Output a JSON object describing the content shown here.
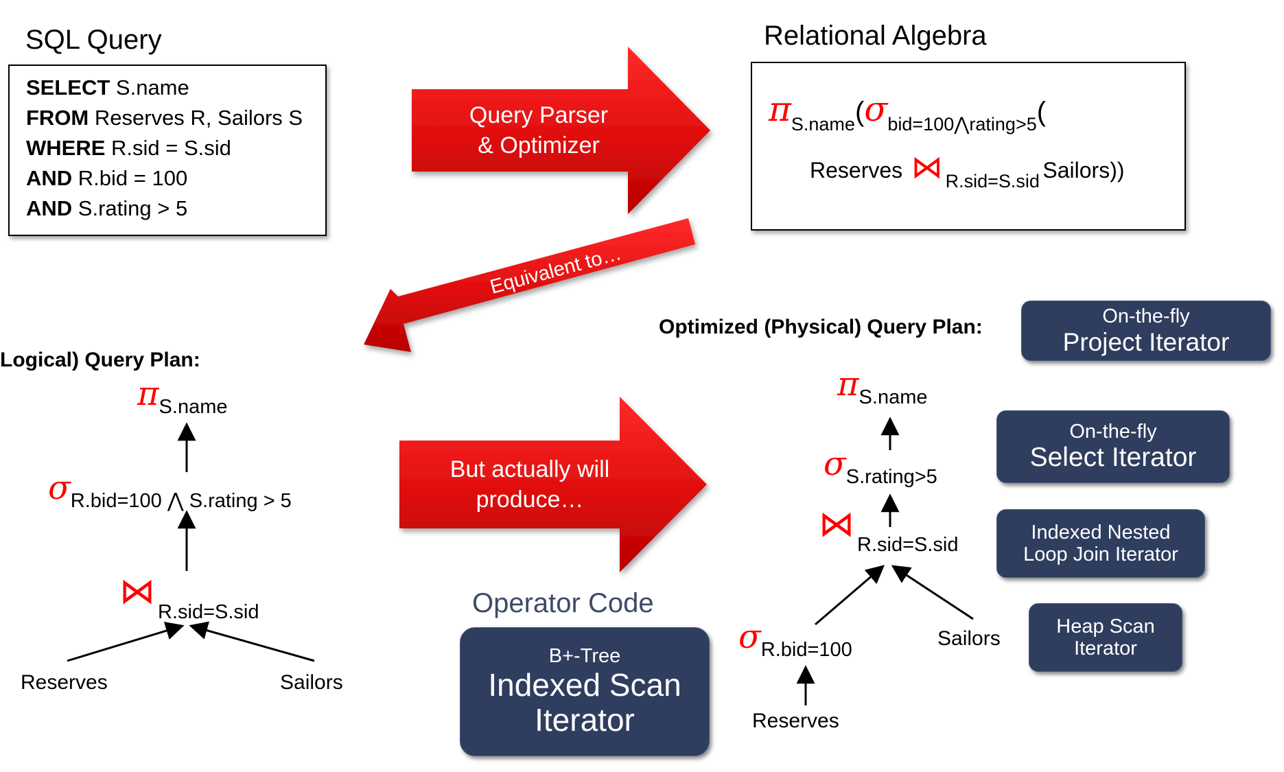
{
  "sql": {
    "title": "SQL Query",
    "lines": [
      {
        "kw": "SELECT",
        "rest": " S.name"
      },
      {
        "kw": "FROM",
        "rest": " Reserves R, Sailors S"
      },
      {
        "kw": "WHERE",
        "rest": " R.sid = S.sid"
      },
      {
        "kw": "AND",
        "rest": " R.bid = 100"
      },
      {
        "kw": "AND",
        "rest": " S.rating > 5"
      }
    ]
  },
  "relational_algebra": {
    "title": "Relational Algebra",
    "pi": "π",
    "pi_sub": "S.name",
    "paren1": "(",
    "sigma": "σ",
    "sigma_sub": "bid=100⋀rating>5",
    "paren2": "(",
    "left": "Reserves",
    "join": "⋈",
    "join_sub": "R.sid=S.sid",
    "right": "Sailors))"
  },
  "arrows": {
    "parser": [
      "Query Parser",
      "& Optimizer"
    ],
    "equivalent": "Equivalent to…",
    "produce": [
      "But actually will",
      "produce…"
    ]
  },
  "logical_plan": {
    "title": "(Logical) Query Plan:",
    "pi": "π",
    "pi_sub": "S.name",
    "sigma": "σ",
    "sigma_sub": "R.bid=100 ⋀ S.rating > 5",
    "join": "⋈",
    "join_sub": "R.sid=S.sid",
    "left": "Reserves",
    "right": "Sailors"
  },
  "operator_code": {
    "title": "Operator Code",
    "box_small": "B+-Tree",
    "box_big": [
      "Indexed Scan",
      "Iterator"
    ]
  },
  "physical_plan": {
    "title": "Optimized (Physical) Query Plan:",
    "pi": "π",
    "pi_sub": "S.name",
    "sigma1": "σ",
    "sigma1_sub": "S.rating>5",
    "join": "⋈",
    "join_sub": "R.sid=S.sid",
    "sigma2": "σ",
    "sigma2_sub": "R.bid=100",
    "right": "Sailors",
    "bottom": "Reserves"
  },
  "iterators": {
    "project": {
      "small": "On-the-fly",
      "big": "Project Iterator"
    },
    "select": {
      "small": "On-the-fly",
      "big": "Select Iterator"
    },
    "join": [
      "Indexed Nested",
      "Loop Join Iterator"
    ],
    "heap": [
      "Heap Scan",
      "Iterator"
    ]
  },
  "colors": {
    "red": "#ff0000",
    "arrow_red": "#e01010",
    "navy": "#2f3d5e"
  }
}
